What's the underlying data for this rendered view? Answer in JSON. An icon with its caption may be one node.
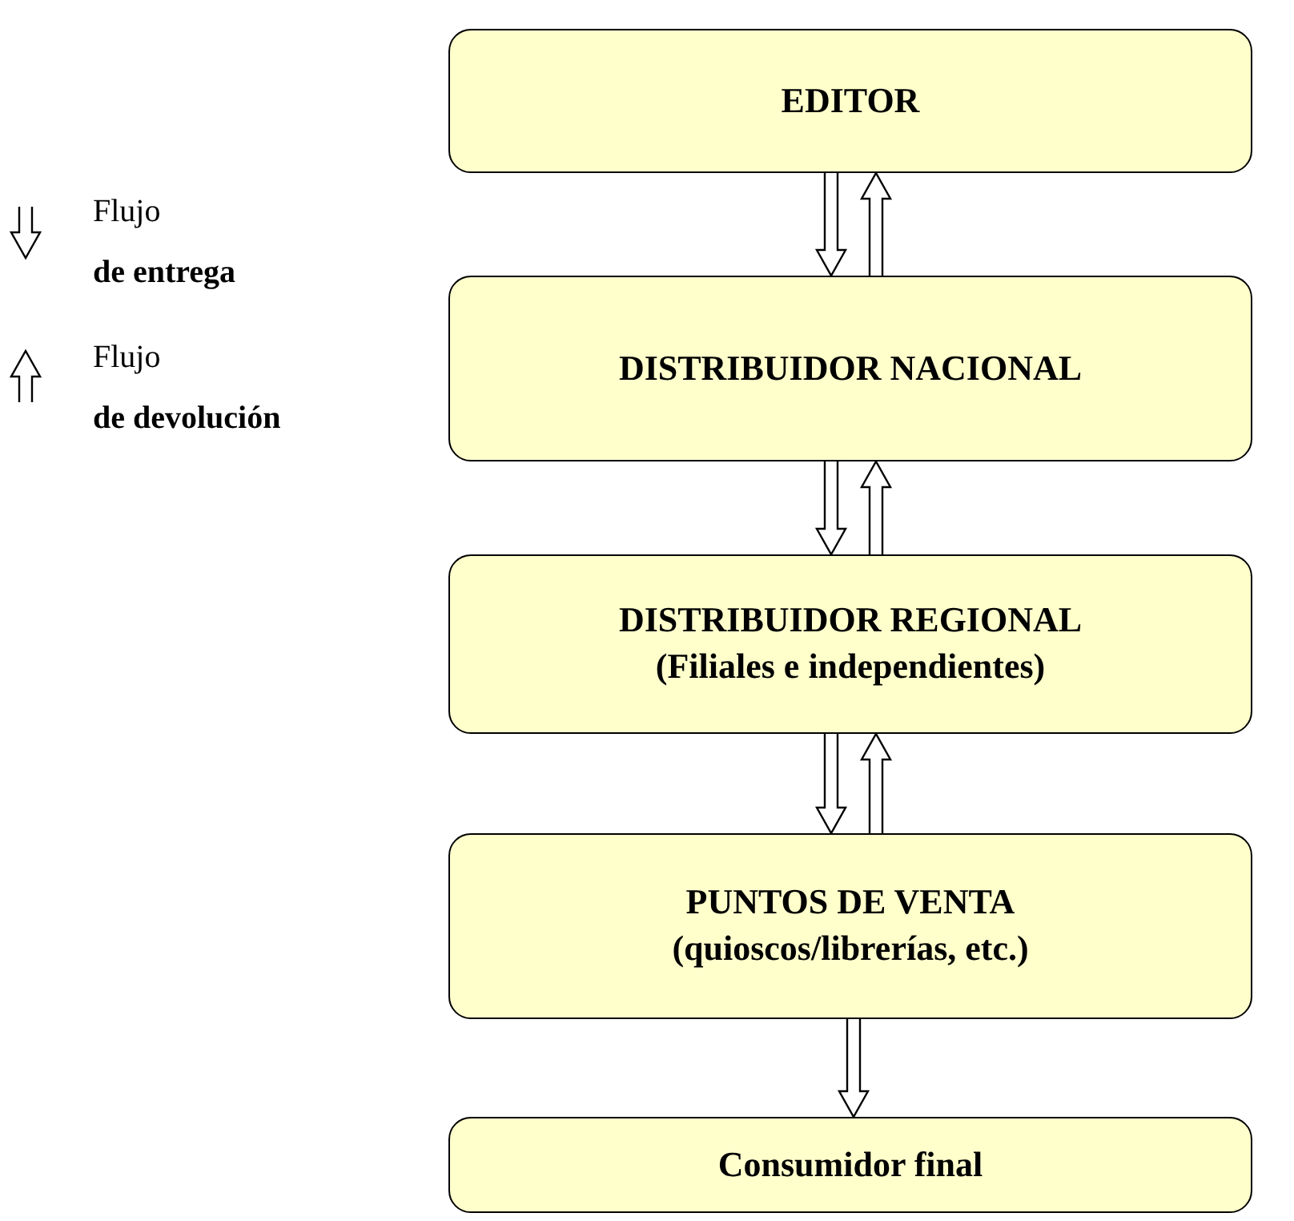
{
  "diagram": {
    "nodes": [
      {
        "text": [
          "EDITOR"
        ]
      },
      {
        "text": [
          "DISTRIBUIDOR NACIONAL"
        ]
      },
      {
        "text": [
          "DISTRIBUIDOR REGIONAL",
          "(Filiales e independientes)"
        ]
      },
      {
        "text": [
          "PUNTOS DE VENTA",
          "(quioscos/librerías, etc.)"
        ]
      },
      {
        "text": [
          "Consumidor final"
        ]
      }
    ],
    "edges": [
      {
        "from": 0,
        "to": 1,
        "arrow": "to"
      },
      {
        "from": 1,
        "to": 0,
        "arrow": "to"
      },
      {
        "from": 1,
        "to": 2,
        "arrow": "to"
      },
      {
        "from": 2,
        "to": 1,
        "arrow": "to"
      },
      {
        "from": 2,
        "to": 3,
        "arrow": "to"
      },
      {
        "from": 3,
        "to": 2,
        "arrow": "to"
      },
      {
        "from": 3,
        "to": 4,
        "arrow": "to"
      }
    ],
    "legend": [
      {
        "text": "Flujo **de entrega**"
      },
      {
        "text": "Flujo **de devolución**"
      }
    ]
  }
}
